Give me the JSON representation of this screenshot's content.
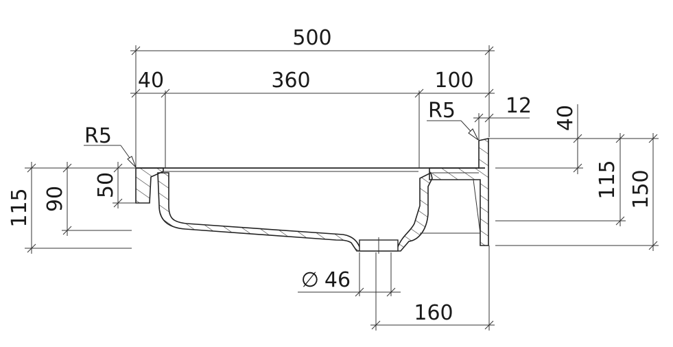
{
  "dimensions": {
    "overall_width": "500",
    "left_rim": "40",
    "bowl_width": "360",
    "right_rim": "100",
    "wall_thickness": "12",
    "radius_left": "R5",
    "radius_right": "R5",
    "drain_diameter_symbol": "∅",
    "drain_diameter": "46",
    "drain_offset": "160",
    "left_total_height": "115",
    "left_inner_height": "90",
    "left_rim_depth": "50",
    "right_top_offset": "40",
    "right_inner_height": "115",
    "right_total_height": "150"
  }
}
